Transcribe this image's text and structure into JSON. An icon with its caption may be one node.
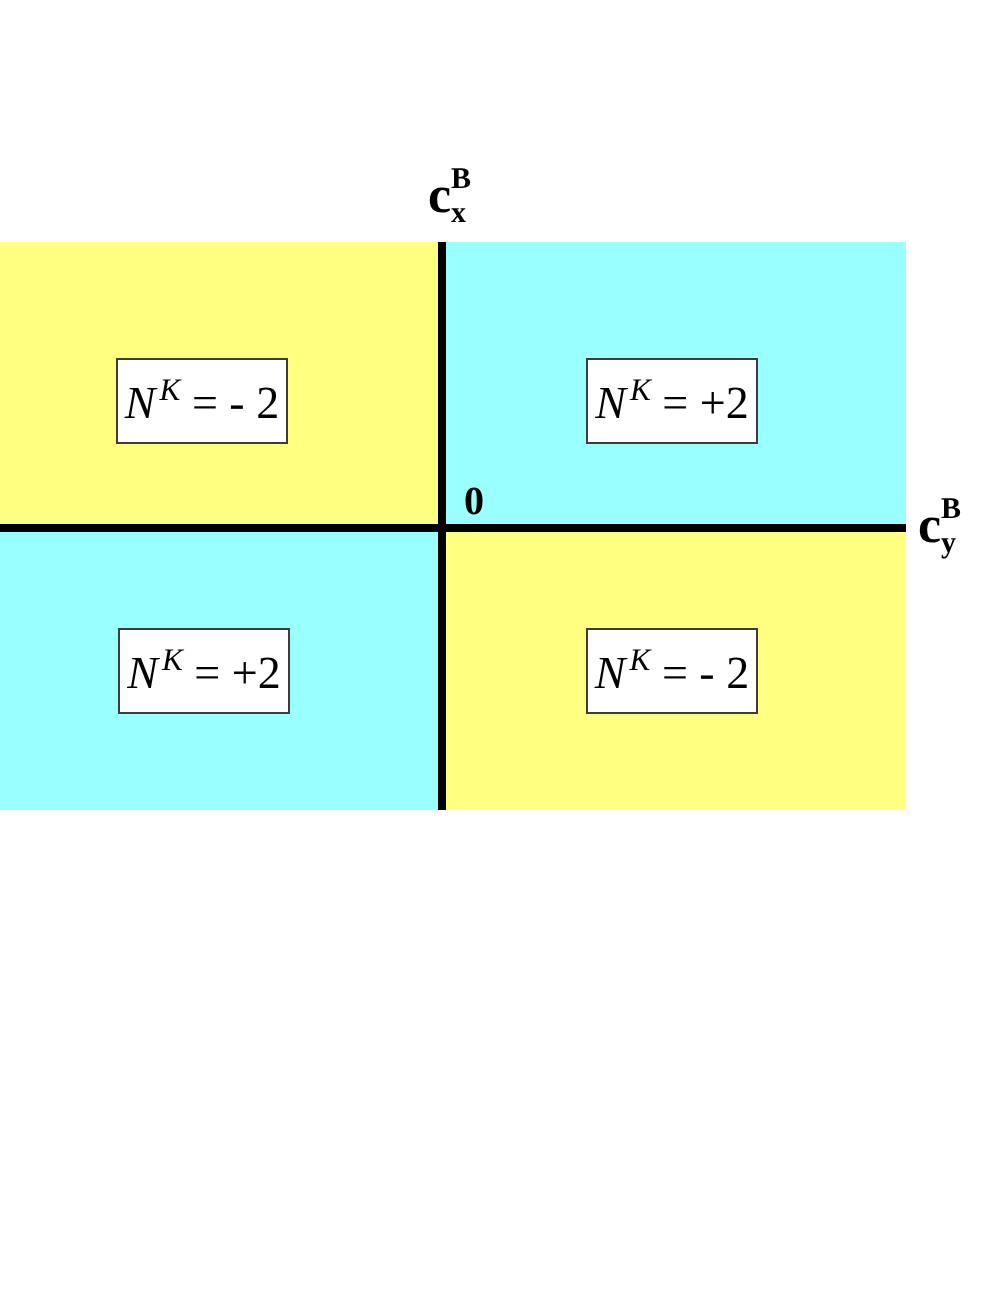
{
  "diagram": {
    "nodes": [
      {
        "text": [],
        "shape": "box"
      },
      {
        "text": [
          "*N*$^{K}$ = - 2"
        ],
        "in": 0
      },
      {
        "text": [],
        "shape": "box"
      },
      {
        "text": [
          "*N*$^{K}$ = +2"
        ],
        "in": 2
      },
      {
        "text": [],
        "shape": "box"
      },
      {
        "text": [
          "*N*$^{K}$ = +2"
        ],
        "in": 4
      },
      {
        "text": [],
        "shape": "box"
      },
      {
        "text": [
          "*N*$^{K}$ = - 2"
        ],
        "in": 6
      }
    ],
    "labels": [
      "c$_{x}$$^{B}$",
      "0",
      "c$_{y}$$^{B}$"
    ]
  }
}
